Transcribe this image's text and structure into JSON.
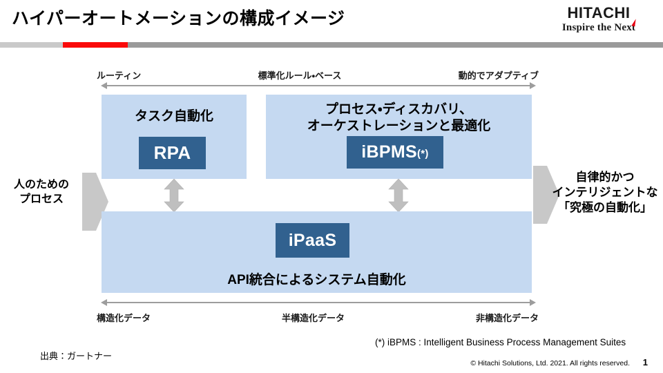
{
  "header": {
    "title": "ハイパーオートメーションの構成イメージ",
    "logo_word": "HITACHI",
    "logo_tagline": "Inspire the Next",
    "rule_colors": {
      "left_gray": "#c9c9c9",
      "red": "#fa0a0a",
      "right_gray": "#9a9a9a"
    }
  },
  "axis": {
    "top": {
      "left": "ルーティン",
      "middle": "標準化ルール・ベース",
      "right": "動的でアダプティブ",
      "arrow": "double-headed-horizontal"
    },
    "bottom": {
      "left": "構造化データ",
      "middle": "半構造化データ",
      "right": "非構造化データ",
      "arrow": "double-headed-horizontal"
    }
  },
  "sides": {
    "left_caption": [
      "人のための",
      "プロセス"
    ],
    "right_caption": [
      "自律的かつ",
      "インテリジェントな",
      "「究極の自動化」"
    ]
  },
  "diagram": {
    "panel_fill": "#c5d9f1",
    "chip_fill": "#31618f",
    "panels": [
      {
        "id": "rpa",
        "heading": [
          "タスク自動化"
        ],
        "chip_label": "RPA",
        "chip_sup": ""
      },
      {
        "id": "ibpms",
        "heading": [
          "プロセス・ディスカバリ、",
          "オーケストレーションと最適化"
        ],
        "chip_label": "iBPMS",
        "chip_sup": "(*)"
      },
      {
        "id": "ipaas",
        "chip_label": "iPaaS",
        "chip_sup": "",
        "footing": "API統合によるシステム自動化"
      }
    ],
    "connectors": [
      "double-headed-vertical",
      "double-headed-vertical"
    ]
  },
  "footer": {
    "source": "出典：ガートナー",
    "footnote": "(*) iBPMS : Intelligent Business Process Management Suites",
    "copyright": "© Hitachi Solutions, Ltd. 2021. All rights reserved.",
    "page_number": "1"
  }
}
